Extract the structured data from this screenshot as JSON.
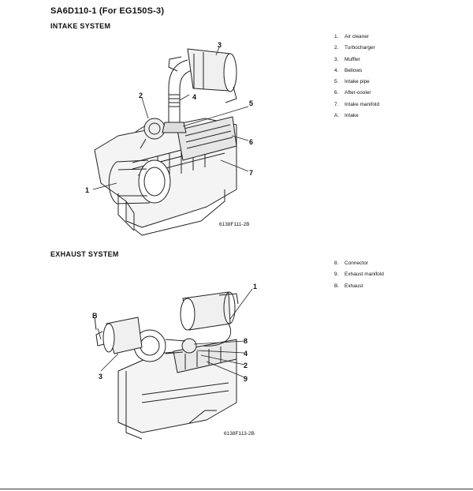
{
  "header": {
    "title": "SA6D110-1   (For EG150S-3)"
  },
  "intake": {
    "title": "INTAKE SYSTEM",
    "figure_code": "6138F111-2B",
    "callouts": [
      "1",
      "2",
      "3",
      "4",
      "5",
      "6",
      "7"
    ],
    "legend": [
      {
        "num": "1.",
        "label": "Air cleaner"
      },
      {
        "num": "2.",
        "label": "Turbocharger"
      },
      {
        "num": "3.",
        "label": "Muffler"
      },
      {
        "num": "4.",
        "label": "Bellows"
      },
      {
        "num": "5.",
        "label": "Intake pipe"
      },
      {
        "num": "6.",
        "label": "After-cooler"
      },
      {
        "num": "7.",
        "label": "Intake manifold"
      },
      {
        "num": "A.",
        "label": "Intake"
      }
    ]
  },
  "exhaust": {
    "title": "EXHAUST SYSTEM",
    "figure_code": "6138F113-2B",
    "callouts": [
      "1",
      "8",
      "4",
      "2",
      "9",
      "3",
      "B"
    ],
    "legend": [
      {
        "num": "8.",
        "label": "Connector"
      },
      {
        "num": "9.",
        "label": "Exhaust manifold"
      },
      {
        "num": "B.",
        "label": "Exhaust"
      }
    ]
  }
}
